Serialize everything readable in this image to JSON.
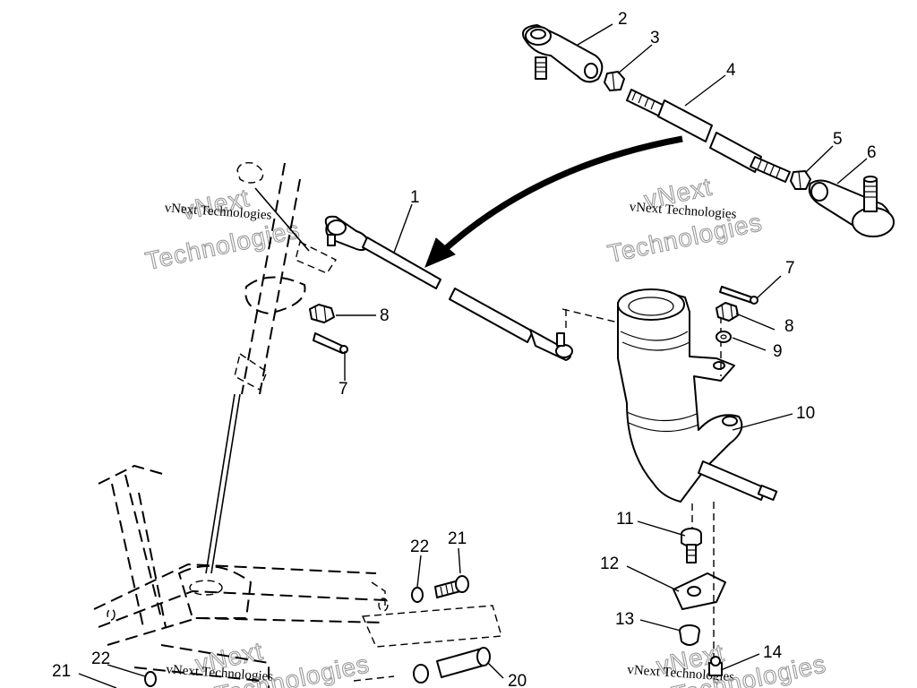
{
  "diagram": {
    "callouts": {
      "c1": "1",
      "c2": "2",
      "c3": "3",
      "c4": "4",
      "c5": "5",
      "c6": "6",
      "c7a": "7",
      "c7b": "7",
      "c8a": "8",
      "c8b": "8",
      "c9": "9",
      "c10": "10",
      "c11": "11",
      "c12": "12",
      "c13": "13",
      "c14": "14",
      "c20": "20",
      "c21a": "21",
      "c21b": "21",
      "c22a": "22",
      "c22b": "22"
    },
    "watermarks": {
      "small": "vNext Technologies",
      "big_top": "vNext",
      "big_bottom": "Technologies"
    }
  }
}
